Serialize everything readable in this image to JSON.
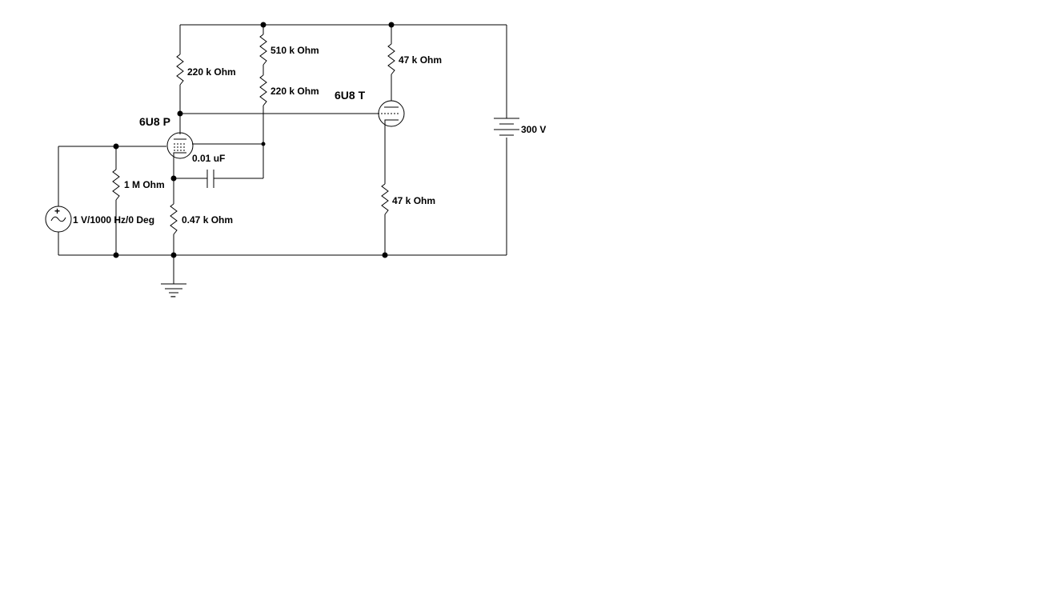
{
  "components": {
    "r_top_left": "220 k Ohm",
    "r_top_mid_upper": "510 k Ohm",
    "r_top_mid_lower": "220 k Ohm",
    "r_top_right": "47 k Ohm",
    "r_right_lower": "47 k Ohm",
    "r_grid": "1 M Ohm",
    "r_cathode": "0.47 k Ohm",
    "cap": "0.01 uF",
    "battery": "300 V",
    "source": "1 V/1000 Hz/0 Deg",
    "tube_pentode": "6U8 P",
    "tube_triode": "6U8 T"
  },
  "source_symbols": {
    "plus": "+",
    "ground_minus": "–"
  },
  "colors": {
    "wire": "#000000",
    "background": "#ffffff"
  }
}
